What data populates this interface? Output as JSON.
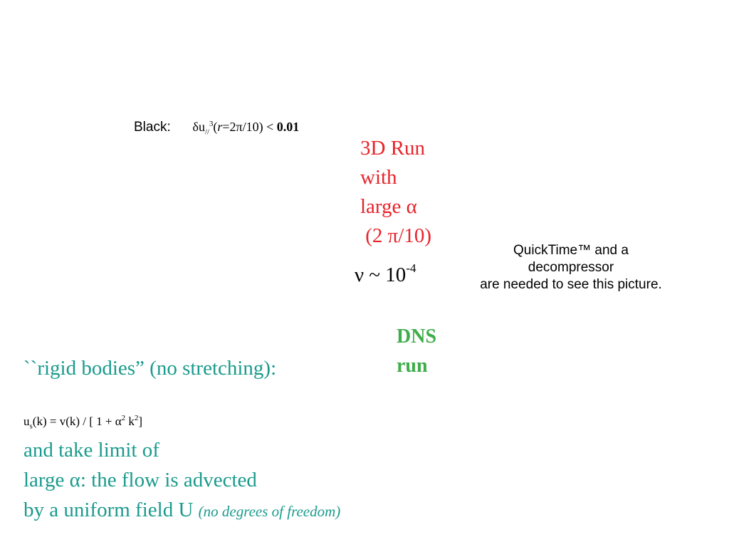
{
  "black_line": {
    "label": "Black:",
    "delta": "δu",
    "sub": "//",
    "sup": "3",
    "open": "(",
    "r": "r",
    "arg": "=2π/10) < ",
    "bound": "0.01"
  },
  "run_block": {
    "line1": "3D Run",
    "line2": "with",
    "line3": "large α",
    "line4": " (2 π/10)"
  },
  "nu": {
    "base": "ν ~ 10",
    "exp": "-4"
  },
  "quicktime": {
    "line1": "QuickTime™ and a",
    "line2": "decompressor",
    "line3": "are needed to see this picture."
  },
  "dns_block": {
    "line1": "DNS",
    "line2": "run"
  },
  "rigid": {
    "text": "``rigid bodies” (no stretching):"
  },
  "formula": {
    "u": "u",
    "sub": "s",
    "mid": "(k) = v(k) / [ 1 + α",
    "sup1": "2",
    "k": " k",
    "sup2": "2",
    "end": "]"
  },
  "teal_block": {
    "line1": "and take limit of",
    "line2": "large α: the flow is advected",
    "line3": "by a uniform field U ",
    "line3_italic": "(no degrees of freedom)"
  }
}
